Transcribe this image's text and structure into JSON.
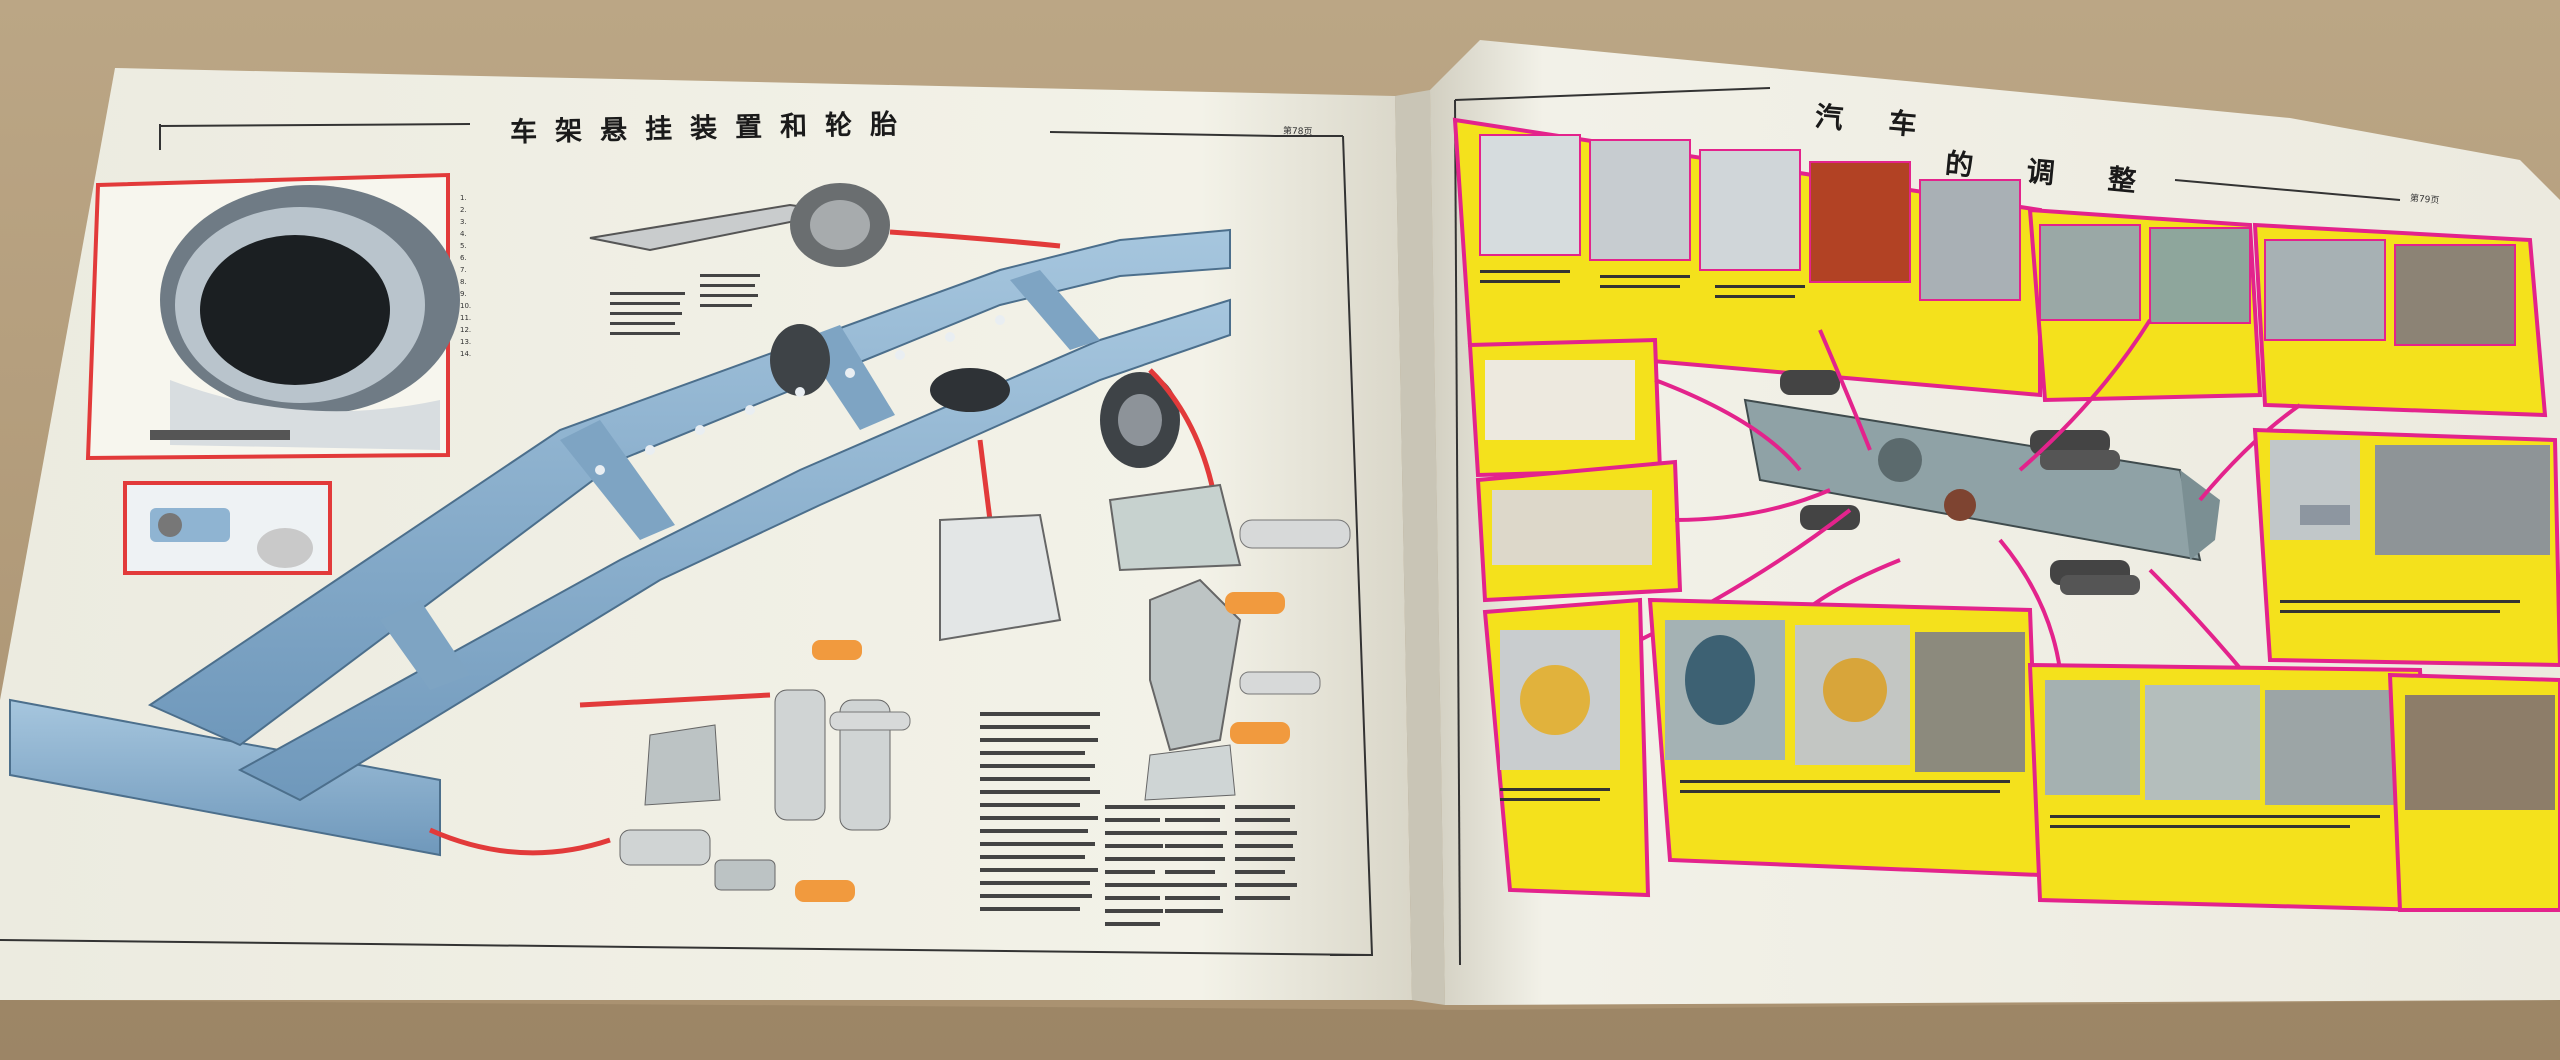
{
  "left_page": {
    "title": "车架悬挂装置和轮胎",
    "page_number": "第78页"
  },
  "right_page": {
    "title_part1": "汽 车",
    "title_part2": "的 调 整",
    "page_number": "第79页"
  },
  "colors": {
    "background": "#b7a17e",
    "paper": "#efeee3",
    "frame_blue": "#8fb4d2",
    "callout_red": "#e23a3a",
    "panel_yellow": "#f4e11c",
    "connector_magenta": "#e3238c"
  }
}
